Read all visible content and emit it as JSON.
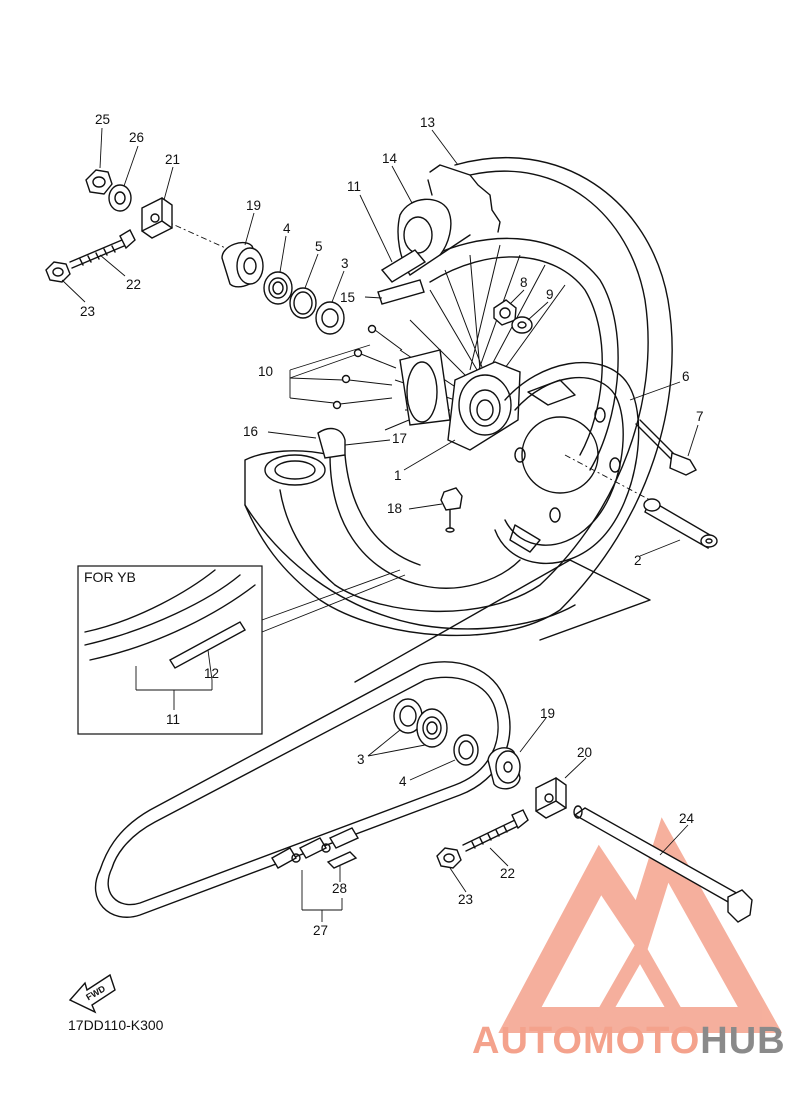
{
  "diagram_code": "17DD110-K300",
  "inset_title": "FOR YB",
  "fwd_label": "FWD",
  "watermark": {
    "part1": "AUTOMOTO",
    "part2": "HUB",
    "color_primary": "#f4a28c",
    "color_secondary": "#8a8a8a"
  },
  "callouts": [
    {
      "id": "c25",
      "text": "25"
    },
    {
      "id": "c26",
      "text": "26"
    },
    {
      "id": "c21",
      "text": "21"
    },
    {
      "id": "c19a",
      "text": "19"
    },
    {
      "id": "c4a",
      "text": "4"
    },
    {
      "id": "c5",
      "text": "5"
    },
    {
      "id": "c3a",
      "text": "3"
    },
    {
      "id": "c22a",
      "text": "22"
    },
    {
      "id": "c23a",
      "text": "23"
    },
    {
      "id": "c13",
      "text": "13"
    },
    {
      "id": "c14",
      "text": "14"
    },
    {
      "id": "c11a",
      "text": "11"
    },
    {
      "id": "c15",
      "text": "15"
    },
    {
      "id": "c8",
      "text": "8"
    },
    {
      "id": "c9",
      "text": "9"
    },
    {
      "id": "c10",
      "text": "10"
    },
    {
      "id": "c6",
      "text": "6"
    },
    {
      "id": "c7",
      "text": "7"
    },
    {
      "id": "c16",
      "text": "16"
    },
    {
      "id": "c17",
      "text": "17"
    },
    {
      "id": "c1",
      "text": "1"
    },
    {
      "id": "c18",
      "text": "18"
    },
    {
      "id": "c2",
      "text": "2"
    },
    {
      "id": "c12",
      "text": "12"
    },
    {
      "id": "c11b",
      "text": "11"
    },
    {
      "id": "c19b",
      "text": "19"
    },
    {
      "id": "c3b",
      "text": "3"
    },
    {
      "id": "c4b",
      "text": "4"
    },
    {
      "id": "c20",
      "text": "20"
    },
    {
      "id": "c24",
      "text": "24"
    },
    {
      "id": "c22b",
      "text": "22"
    },
    {
      "id": "c23b",
      "text": "23"
    },
    {
      "id": "c28",
      "text": "28"
    },
    {
      "id": "c27",
      "text": "27"
    }
  ]
}
